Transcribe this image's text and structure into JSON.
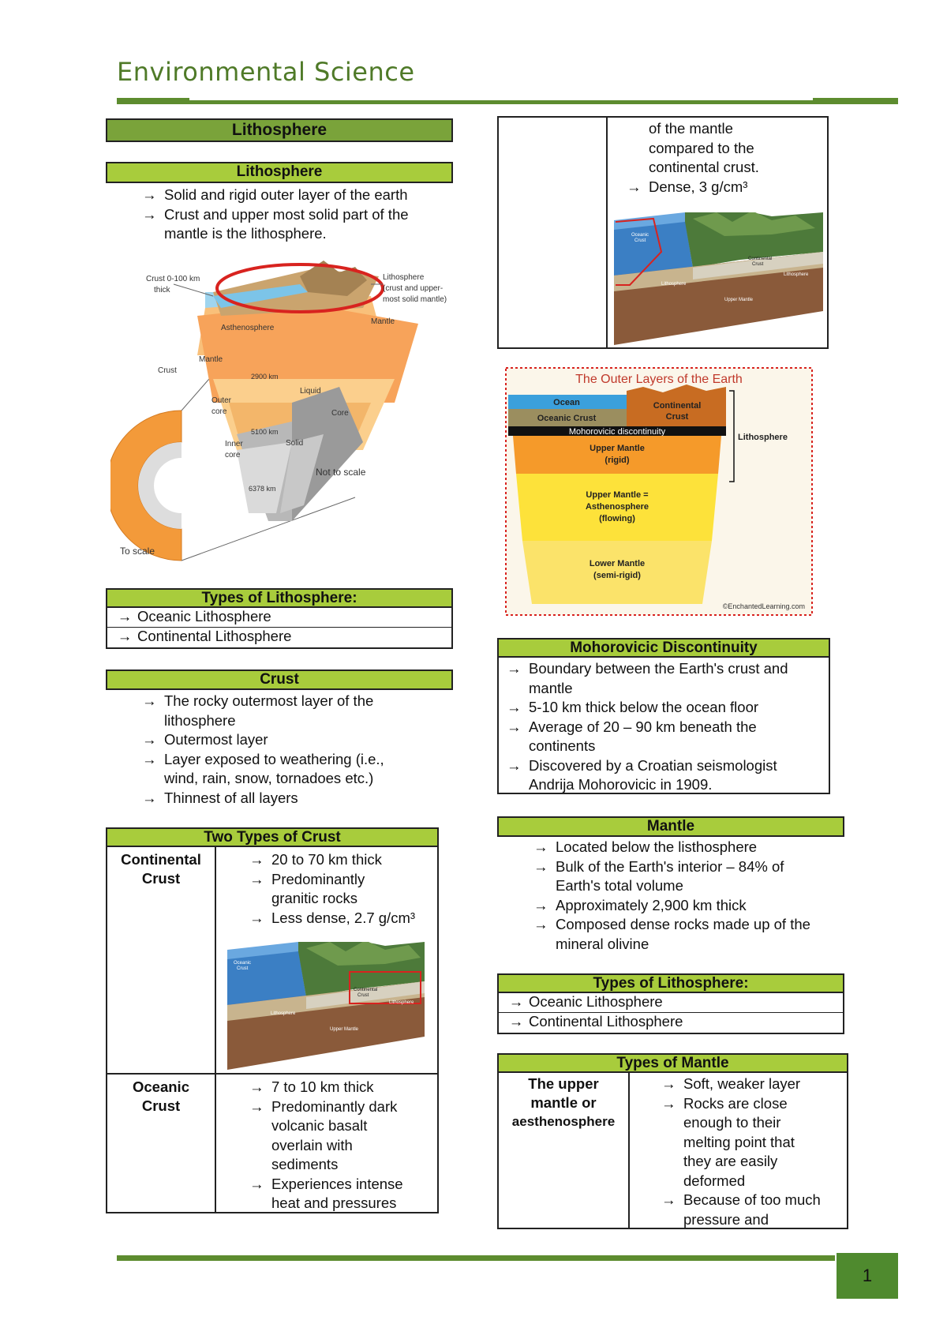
{
  "header": {
    "title": "Environmental Science"
  },
  "footer": {
    "page_number": "1"
  },
  "left": {
    "section_title": "Lithosphere",
    "lithosphere": {
      "title": "Lithosphere",
      "bullets": [
        "Solid and rigid outer layer of the earth",
        "Crust and upper most solid part of the mantle is the lithosphere."
      ]
    },
    "earth_figure": {
      "labels": {
        "crust_thick": "Crust 0-100 km thick",
        "crust_thick_1": "Crust 0-100 km",
        "crust_thick_2": "thick",
        "asthenosphere": "Asthenosphere",
        "lithosphere_1": "Lithosphere",
        "lithosphere_2": "(crust and upper-",
        "lithosphere_3": "most solid mantle)",
        "mantle_right": "Mantle",
        "mantle_left": "Mantle",
        "crust": "Crust",
        "km2900": "2900 km",
        "outer_core_1": "Outer",
        "outer_core_2": "core",
        "liquid": "Liquid",
        "core": "Core",
        "km5100": "5100 km",
        "inner_core_1": "Inner",
        "inner_core_2": "core",
        "solid": "Solid",
        "not_to_scale": "Not to scale",
        "km6378": "6378 km",
        "to_scale": "To scale"
      }
    },
    "types_of_lithosphere": {
      "title": "Types of Lithosphere:",
      "rows": [
        "Oceanic Lithosphere",
        "Continental Lithosphere"
      ]
    },
    "crust": {
      "title": "Crust",
      "bullets": [
        "The rocky outermost layer of the lithosphere",
        "Outermost layer",
        "Layer exposed to weathering (i.e., wind, rain, snow, tornadoes etc.)",
        "Thinnest of all layers"
      ]
    },
    "two_types_of_crust": {
      "title": "Two Types of Crust",
      "continental": {
        "label_1": "Continental",
        "label_2": "Crust",
        "bullets": [
          "20 to 70 km thick",
          "Predominantly granitic rocks",
          "Less dense, 2.7 g/cm³"
        ]
      },
      "oceanic": {
        "label_1": "Oceanic",
        "label_2": "Crust",
        "bullets": [
          "7 to 10 km thick",
          "Predominantly dark volcanic basalt overlain with sediments",
          "Experiences intense heat and pressures"
        ]
      }
    }
  },
  "right": {
    "continued_table": {
      "bullets_cont": [
        "of the mantle",
        "compared to the",
        "continental crust."
      ],
      "bullets": [
        "Dense, 3 g/cm³"
      ]
    },
    "block_labels": {
      "oceanic_crust_1": "Oceanic",
      "oceanic_crust_2": "Crust",
      "continental_crust_1": "Continental",
      "continental_crust_2": "Crust",
      "lithosphere": "Lithosphere",
      "upper_mantle": "Upper Mantle"
    },
    "outer_layers": {
      "title": "The Outer Layers of the Earth",
      "ocean": "Ocean",
      "oceanic_crust": "Oceanic Crust",
      "continental_crust_1": "Continental",
      "continental_crust_2": "Crust",
      "moho": "Mohorovicic discontinuity",
      "upper_mantle_1": "Upper Mantle",
      "upper_mantle_2": "(rigid)",
      "astheno_1": "Upper Mantle =",
      "astheno_2": "Asthenosphere",
      "astheno_3": "(flowing)",
      "lower_1": "Lower Mantle",
      "lower_2": "(semi-rigid)",
      "lithosphere": "Lithosphere",
      "credit": "©EnchantedLearning.com"
    },
    "moho": {
      "title": "Mohorovicic Discontinuity",
      "bullets": [
        "Boundary between the Earth's crust and mantle",
        "5-10 km thick below the ocean floor",
        "Average of 20 – 90 km beneath the continents",
        "Discovered by a Croatian seismologist Andrija Mohorovicic in 1909."
      ]
    },
    "mantle": {
      "title": "Mantle",
      "bullets": [
        "Located below the listhosphere",
        "Bulk of the Earth's interior – 84% of Earth's total volume",
        "Approximately 2,900 km thick",
        "Composed dense rocks made up of the mineral olivine"
      ]
    },
    "types_of_lithosphere": {
      "title": "Types of Lithosphere:",
      "rows": [
        "Oceanic Lithosphere",
        "Continental Lithosphere"
      ]
    },
    "types_of_mantle": {
      "title": "Types of Mantle",
      "label_1": "The upper",
      "label_2": "mantle or",
      "label_3": "aesthenosphere",
      "bullets": [
        "Soft, weaker layer",
        "Rocks are close enough to their melting point that they are easily deformed",
        "Because of too much pressure and"
      ]
    },
    "arrow": "→"
  },
  "colors": {
    "accent_green": "#5d8c2f",
    "header_box": "#a8cc3c",
    "page_badge": "#4f8a2e"
  }
}
